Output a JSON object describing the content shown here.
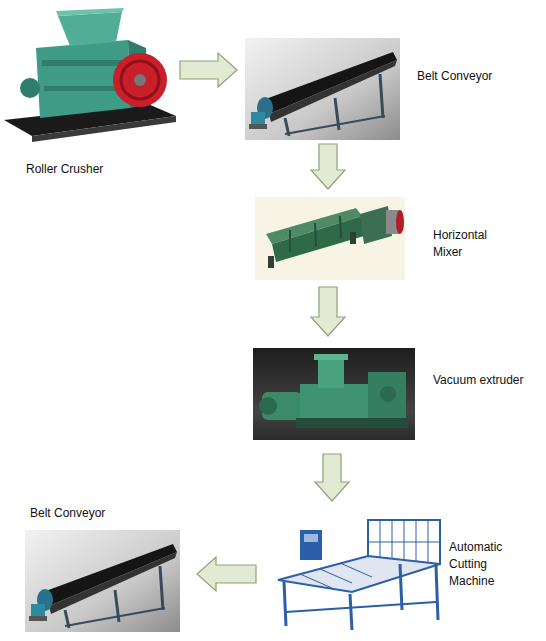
{
  "diagram": {
    "nodes": [
      {
        "text": [
          "Roller Crusher"
        ]
      },
      {
        "text": [
          "Belt Conveyor"
        ]
      },
      {
        "text": [
          "Horizontal Mixer"
        ]
      },
      {
        "text": [
          "Vacuum extruder"
        ]
      },
      {
        "text": [
          "Automatic Cutting Machine"
        ]
      },
      {
        "text": [
          "Belt Conveyor"
        ]
      }
    ],
    "edges": [
      {
        "from": 0,
        "to": 1,
        "arrow": "to"
      },
      {
        "from": 1,
        "to": 2,
        "arrow": "to"
      },
      {
        "from": 2,
        "to": 3,
        "arrow": "to"
      },
      {
        "from": 3,
        "to": 4,
        "arrow": "to"
      },
      {
        "from": 4,
        "to": 5,
        "arrow": "to"
      }
    ]
  }
}
